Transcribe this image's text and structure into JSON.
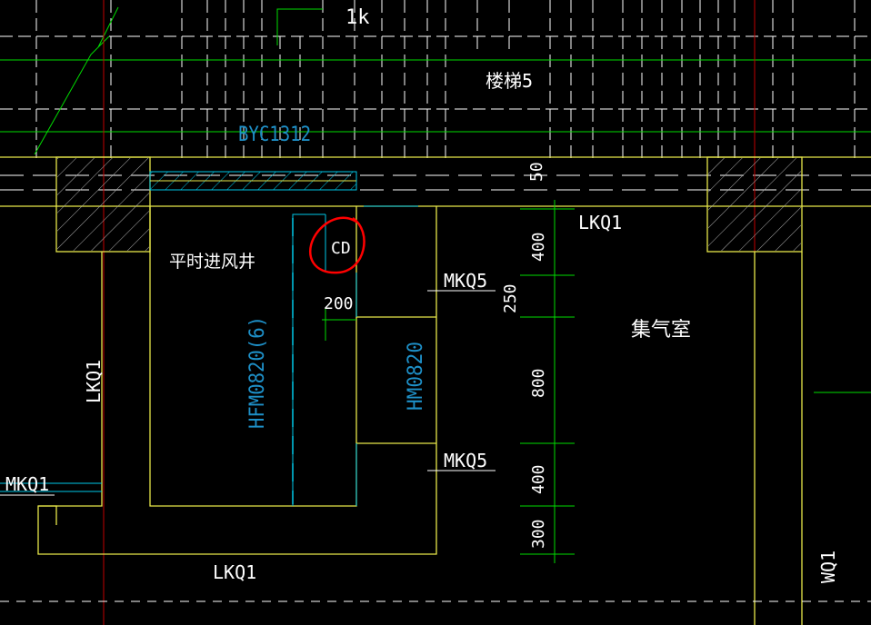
{
  "colors": {
    "background": "#000000",
    "wall": "#e8e84a",
    "dim": "#00dd00",
    "white": "#ffffff",
    "cyan": "#00c8e8",
    "blue": "#1e90c8",
    "red": "#ff0000",
    "hatch": "#c0c0c0"
  },
  "labels": {
    "top_tag": "1k",
    "stair": "楼梯5",
    "window": "BYC1312",
    "dim_50": "50",
    "lkq1_top": "LKQ1",
    "intake_shaft": "平时进风井",
    "cd": "CD",
    "dim_200": "200",
    "mkq5_upper": "MKQ5",
    "dim_250": "250",
    "gas_room": "集气室",
    "door_hfm": "HFM0820(6)",
    "door_hm": "HM0820",
    "lkq1_left": "LKQ1",
    "mkq1": "MKQ1",
    "mkq5_lower": "MKQ5",
    "lkq1_bottom": "LKQ1",
    "wq1": "WQ1",
    "dim_400_a": "400",
    "dim_800": "800",
    "dim_400_b": "400",
    "dim_300": "300"
  }
}
